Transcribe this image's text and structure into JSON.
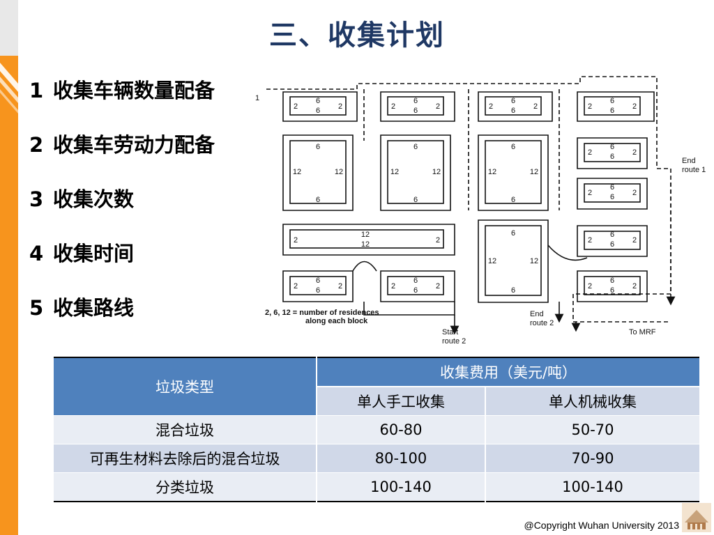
{
  "title": "三、收集计划",
  "items": [
    {
      "num": "1",
      "text": "收集车辆数量配备"
    },
    {
      "num": "2",
      "text": "收集车劳动力配备"
    },
    {
      "num": "3",
      "text": "收集次数"
    },
    {
      "num": "4",
      "text": "收集时间"
    },
    {
      "num": "5",
      "text": "收集路线"
    }
  ],
  "diagram": {
    "start_marker": "1",
    "end_route1": [
      "End",
      "route 1"
    ],
    "end_route2": [
      "End",
      "route 2"
    ],
    "start_route2": [
      "Start",
      "route 2"
    ],
    "to_mrf": "To MRF",
    "legend": [
      "2, 6, 12 = number of residences",
      "along each block"
    ]
  },
  "table": {
    "col1_header": "垃圾类型",
    "group_header": "收集费用（美元/吨）",
    "sub_headers": [
      "单人手工收集",
      "单人机械收集"
    ],
    "rows": [
      [
        "混合垃圾",
        "60-80",
        "50-70"
      ],
      [
        "可再生材料去除后的混合垃圾",
        "80-100",
        "70-90"
      ],
      [
        "分类垃圾",
        "100-140",
        "100-140"
      ]
    ]
  },
  "copyright": "@Copyright Wuhan University 2013",
  "colors": {
    "accent": "#f7941d",
    "title": "#1f3864",
    "table_header": "#4f81bd",
    "row_a": "#e9edf4",
    "row_b": "#d0d8e8"
  }
}
